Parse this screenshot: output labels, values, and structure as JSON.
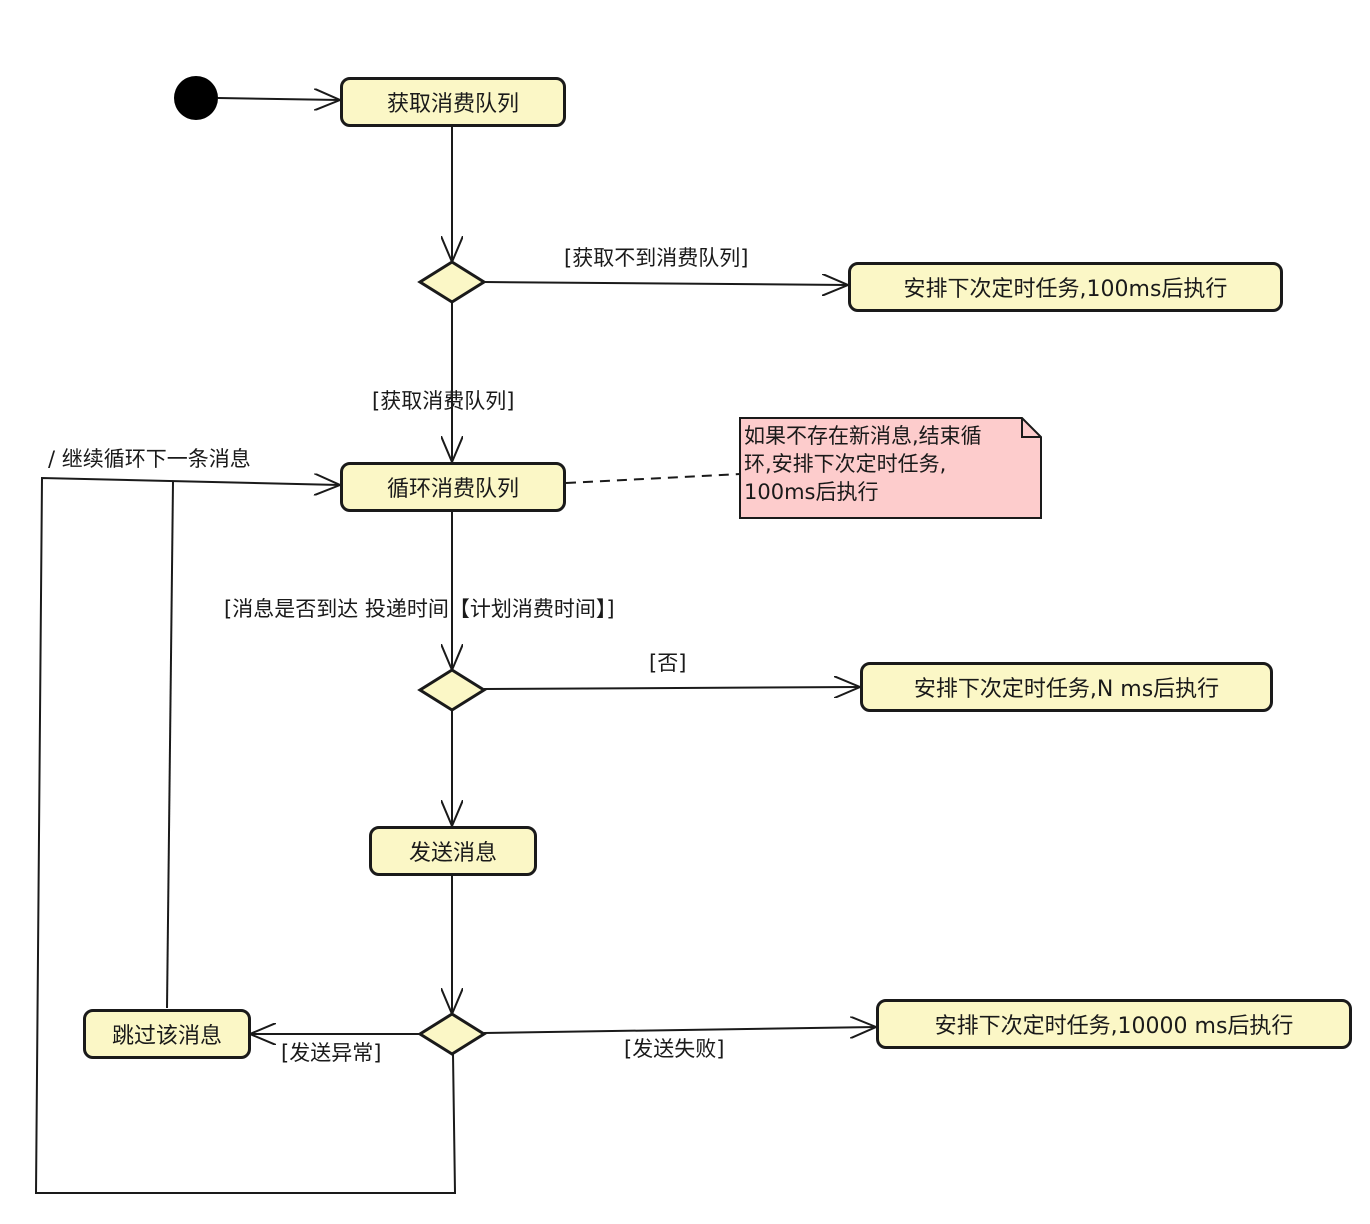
{
  "nodes": {
    "get_queue": "获取消费队列",
    "schedule_100ms": "安排下次定时任务,100ms后执行",
    "loop_queue": "循环消费队列",
    "schedule_n_ms": "安排下次定时任务,N ms后执行",
    "send_message": "发送消息",
    "skip_message": "跳过该消息",
    "schedule_10000ms": "安排下次定时任务,10000 ms后执行"
  },
  "guards": {
    "cannot_get_queue": "[获取不到消费队列]",
    "got_queue": "[获取消费队列]",
    "continue_loop": "/ 继续循环下一条消息",
    "message_arrived": "[消息是否到达 投递时间【计划消费时间】]",
    "no": "[否]",
    "send_exception": "[发送异常]",
    "send_failed": "[发送失败]"
  },
  "note": {
    "lines": [
      "如果不存在新消息,结束循",
      "环,安排下次定时任务,",
      "100ms后执行"
    ]
  },
  "colors": {
    "node_fill": "#fbf7c6",
    "note_fill": "#fdcccc",
    "stroke": "#1a1a1a"
  }
}
